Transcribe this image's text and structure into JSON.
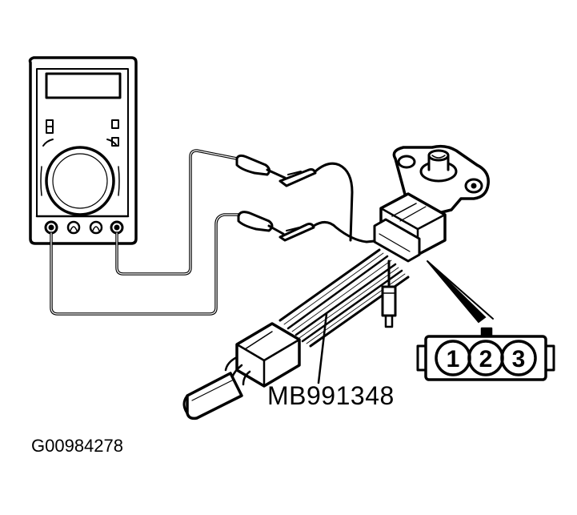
{
  "callout_label": "MB991348",
  "figure_id": "G00984278",
  "connector_pins": [
    "1",
    "2",
    "3"
  ]
}
